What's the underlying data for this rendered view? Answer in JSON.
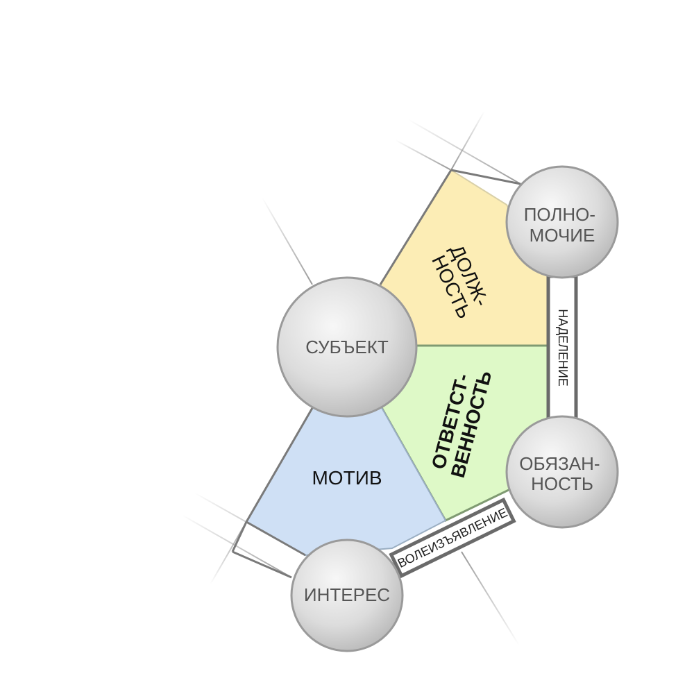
{
  "nodes": {
    "subject": "СУБЪЕКТ",
    "authority": [
      "ПОЛНО-",
      "МОЧИЕ"
    ],
    "duty": [
      "ОБЯЗАН-",
      "НОСТЬ"
    ],
    "interest": "ИНТЕРЕС"
  },
  "sectors": {
    "position": [
      "ДОЛЖ-",
      "НОСТЬ"
    ],
    "responsibility": [
      "ОТВЕТСТ-",
      "ВЕННОСТЬ"
    ],
    "motive": "МОТИВ"
  },
  "bands": {
    "empowerment": "НАДЕЛЕНИЕ",
    "will": "ВОЛЕИЗЪЯВЛЕНИЕ"
  },
  "colors": {
    "position": "#fcedb5",
    "responsibility": "#def9c7",
    "motive": "#cfe0f5",
    "node_fill": "#d9d9d9",
    "node_stroke": "#9a9a9a"
  }
}
